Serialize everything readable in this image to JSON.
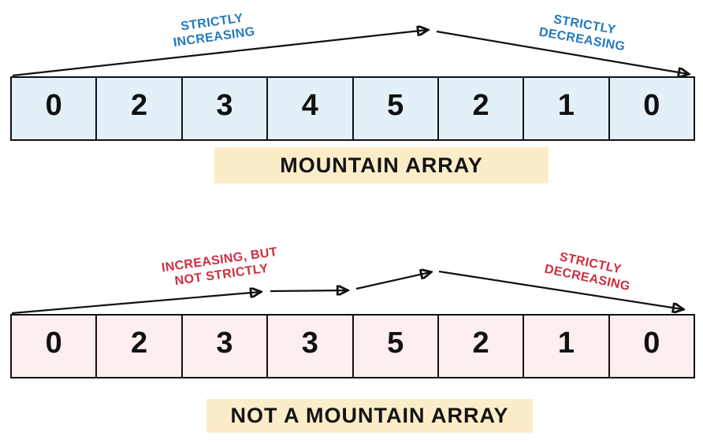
{
  "colors": {
    "annotation_blue": "#2279bd",
    "annotation_red": "#ce2e3e",
    "array_blue_fill": "#e4f0f8",
    "array_pink_fill": "#fdeef0",
    "caption_highlight": "#fcedc9",
    "line_color": "#111111"
  },
  "mountain": {
    "values": [
      "0",
      "2",
      "3",
      "4",
      "5",
      "2",
      "1",
      "0"
    ],
    "caption": "MOUNTAIN ARRAY",
    "left_annotation": {
      "line1": "STRICTLY",
      "line2": "INCREASING"
    },
    "right_annotation": {
      "line1": "STRICTLY",
      "line2": "DECREASING"
    }
  },
  "not_mountain": {
    "values": [
      "0",
      "2",
      "3",
      "3",
      "5",
      "2",
      "1",
      "0"
    ],
    "caption": "NOT A MOUNTAIN ARRAY",
    "left_annotation": {
      "line1": "INCREASING, BUT",
      "line2": "NOT STRICTLY"
    },
    "right_annotation": {
      "line1": "STRICTLY",
      "line2": "DECREASING"
    }
  }
}
